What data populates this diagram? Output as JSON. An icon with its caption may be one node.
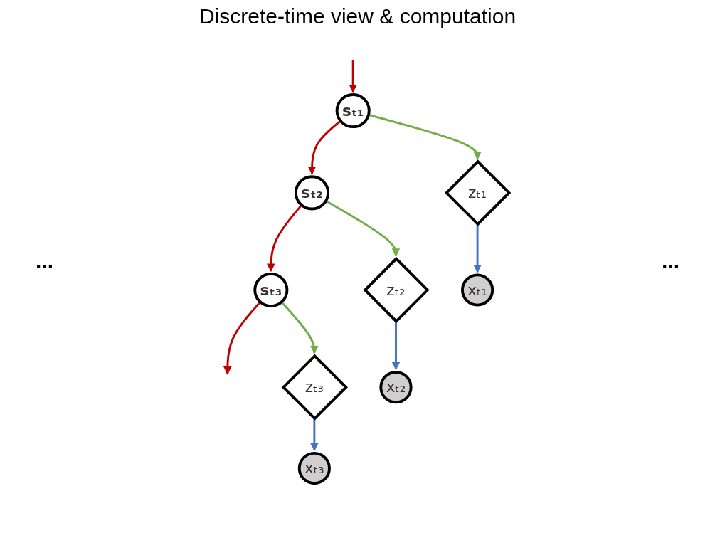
{
  "diagram": {
    "title": "Discrete-time view & computation",
    "nodes": [
      {
        "text": [
          "sₜ₁"
        ]
      },
      {
        "text": [
          "sₜ₂"
        ]
      },
      {
        "text": [
          "sₜ₃"
        ]
      },
      {
        "text": [
          "zₜ₁"
        ]
      },
      {
        "text": [
          "zₜ₂"
        ]
      },
      {
        "text": [
          "zₜ₃"
        ]
      },
      {
        "text": [
          "xₜ₁"
        ]
      },
      {
        "text": [
          "xₜ₂"
        ]
      },
      {
        "text": [
          "xₜ₃"
        ]
      }
    ],
    "edges": [
      {
        "from": null,
        "to": 0,
        "arrow": "to",
        "color": "#c00000"
      },
      {
        "from": 0,
        "to": 1,
        "arrow": "to",
        "color": "#c00000"
      },
      {
        "from": 1,
        "to": 2,
        "arrow": "to",
        "color": "#c00000"
      },
      {
        "from": 2,
        "to": null,
        "arrow": "to",
        "color": "#c00000"
      },
      {
        "from": 0,
        "to": 3,
        "arrow": "to",
        "color": "#70ad47"
      },
      {
        "from": 1,
        "to": 4,
        "arrow": "to",
        "color": "#70ad47"
      },
      {
        "from": 2,
        "to": 5,
        "arrow": "to",
        "color": "#70ad47"
      },
      {
        "from": 3,
        "to": 6,
        "arrow": "to",
        "color": "#4472c4"
      },
      {
        "from": 4,
        "to": 7,
        "arrow": "to",
        "color": "#4472c4"
      },
      {
        "from": 5,
        "to": 8,
        "arrow": "to",
        "color": "#4472c4"
      }
    ],
    "labels": [
      "...",
      "..."
    ]
  }
}
